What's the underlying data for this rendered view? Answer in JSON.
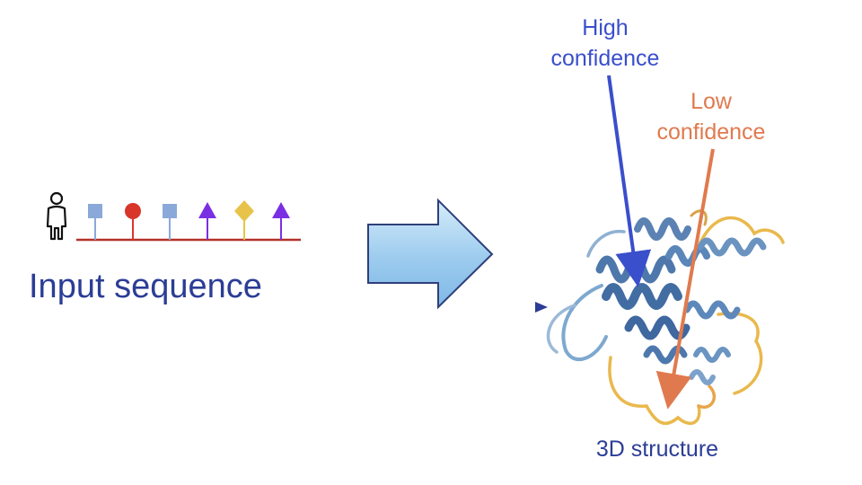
{
  "input": {
    "label": "Input sequence"
  },
  "output": {
    "label": "3D structure"
  },
  "callouts": {
    "high": {
      "line1": "High",
      "line2": "confidence"
    },
    "low": {
      "line1": "Low",
      "line2": "confidence"
    }
  },
  "colors": {
    "label_blue": "#2b3d96",
    "high_confidence": "#3a4fcb",
    "low_confidence": "#e07a4e",
    "baseline": "#b5302a",
    "square": "#8aa9d8",
    "circle": "#d9362b",
    "triangle": "#7b2fe3",
    "diamond": "#e8c34a",
    "helix": "#5d86b8",
    "loop_low": "#e9b94d"
  },
  "sequence_glyphs": [
    "square",
    "circle",
    "square",
    "triangle",
    "diamond",
    "triangle"
  ],
  "icons": [
    "person-icon",
    "right-arrow-icon",
    "pointer-triangle-icon"
  ]
}
